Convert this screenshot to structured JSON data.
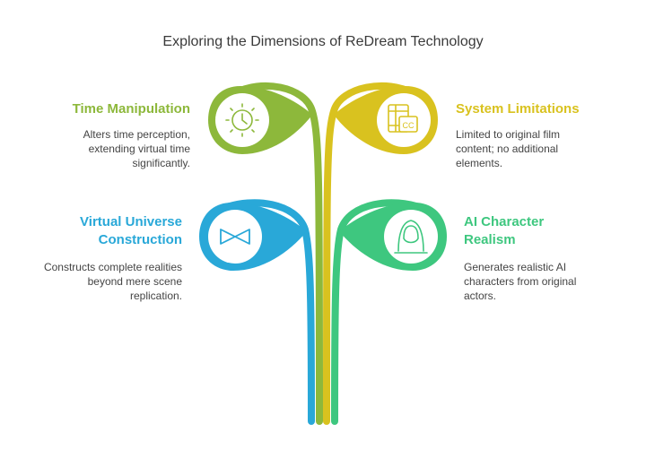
{
  "title": "Exploring the Dimensions of ReDream Technology",
  "colors": {
    "time": "#8db83b",
    "system": "#d9c21f",
    "virtual": "#29a8d8",
    "ai": "#3ec77f"
  },
  "items": [
    {
      "heading": "Time Manipulation",
      "description": "Alters time perception, extending virtual time significantly.",
      "icon": "clock-icon"
    },
    {
      "heading": "System Limitations",
      "description": "Limited to original film content; no additional elements.",
      "icon": "film-cc-icon"
    },
    {
      "heading": "Virtual Universe Construction",
      "description": "Constructs complete realities beyond mere scene replication.",
      "icon": "infinity-icon"
    },
    {
      "heading": "AI Character Realism",
      "description": "Generates realistic AI characters from original actors.",
      "icon": "hooded-figure-icon"
    }
  ]
}
